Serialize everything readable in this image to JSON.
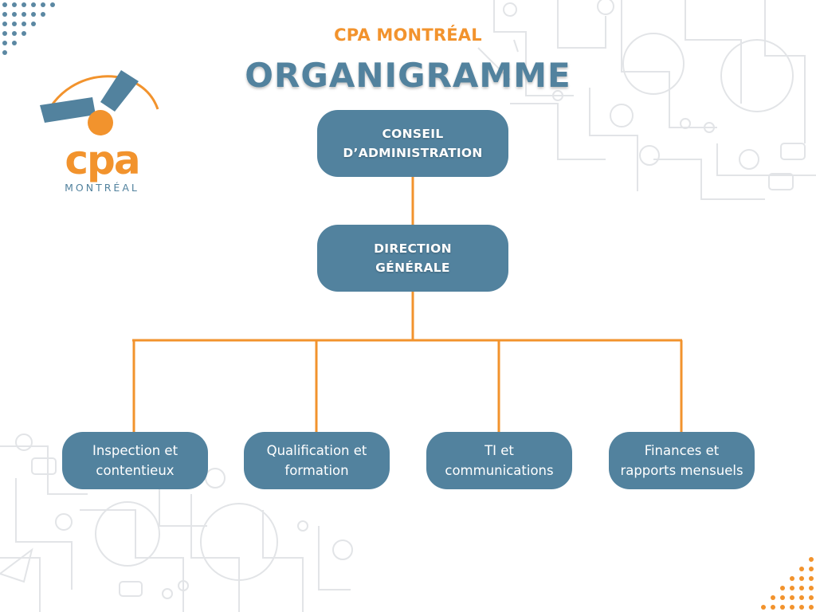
{
  "header": {
    "subtitle": "CPA MONTRÉAL",
    "title": "ORGANIGRAMME"
  },
  "logo": {
    "wordmark": "cpa",
    "city": "MONTRÉAL"
  },
  "colors": {
    "accent_orange": "#f2932d",
    "node_blue": "#52829e",
    "connector": "#f2932d"
  },
  "org": {
    "board": "CONSEIL\nD’ADMINISTRATION",
    "general_management": "DIRECTION\nGÉNÉRALE",
    "departments": [
      "Inspection et\ncontentieux",
      "Qualification et\nformation",
      "TI et\ncommunications",
      "Finances et\nrapports mensuels"
    ]
  }
}
